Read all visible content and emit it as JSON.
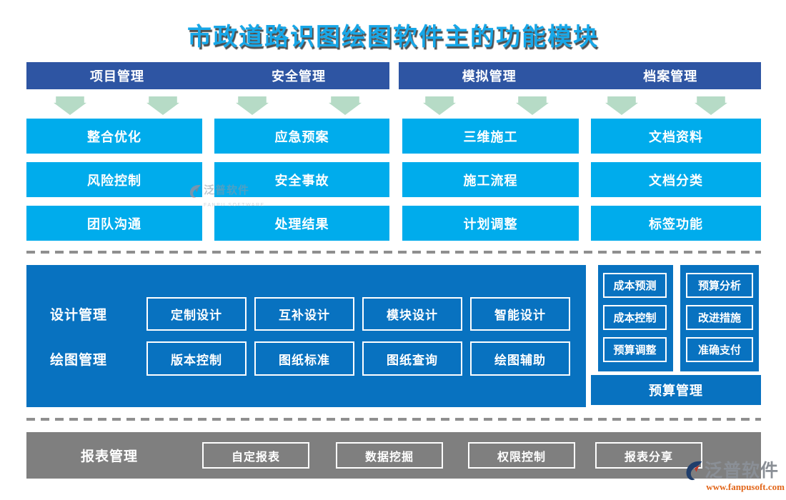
{
  "title": "市政道路识图绘图软件主的功能模块",
  "headers": [
    "项目管理",
    "安全管理",
    "模拟管理",
    "档案管理"
  ],
  "columns": [
    {
      "items": [
        "整合优化",
        "风险控制",
        "团队沟通"
      ]
    },
    {
      "items": [
        "应急预案",
        "安全事故",
        "处理结果"
      ]
    },
    {
      "items": [
        "三维施工",
        "施工流程",
        "计划调整"
      ]
    },
    {
      "items": [
        "文档资料",
        "文档分类",
        "标签功能"
      ]
    }
  ],
  "design_panel": {
    "rows": [
      {
        "label": "设计管理",
        "buttons": [
          "定制设计",
          "互补设计",
          "模块设计",
          "智能设计"
        ]
      },
      {
        "label": "绘图管理",
        "buttons": [
          "版本控制",
          "图纸标准",
          "图纸查询",
          "绘图辅助"
        ]
      }
    ]
  },
  "budget_panel": {
    "columns": [
      {
        "buttons": [
          "成本预测",
          "成本控制",
          "预算调整"
        ]
      },
      {
        "buttons": [
          "预算分析",
          "改进措施",
          "准确支付"
        ]
      }
    ],
    "footer": "预算管理"
  },
  "report_bar": {
    "label": "报表管理",
    "buttons": [
      "自定报表",
      "数据挖掘",
      "权限控制",
      "报表分享"
    ]
  },
  "watermark": {
    "brand": "泛普软件",
    "subtitle": "FANPU SOFTWARE"
  },
  "logo": {
    "brand": "泛普软件",
    "url": "www.fanpusoft.com"
  },
  "colors": {
    "title_blue": "#17A7E8",
    "header_navy": "#2E55A3",
    "box_cyan": "#00ACEC",
    "panel_blue": "#0872C0",
    "bar_gray": "#7F7F7F",
    "arrow_green": "#B6DBC6",
    "logo_navy": "#203E6B",
    "logo_orange": "#E2661A"
  }
}
